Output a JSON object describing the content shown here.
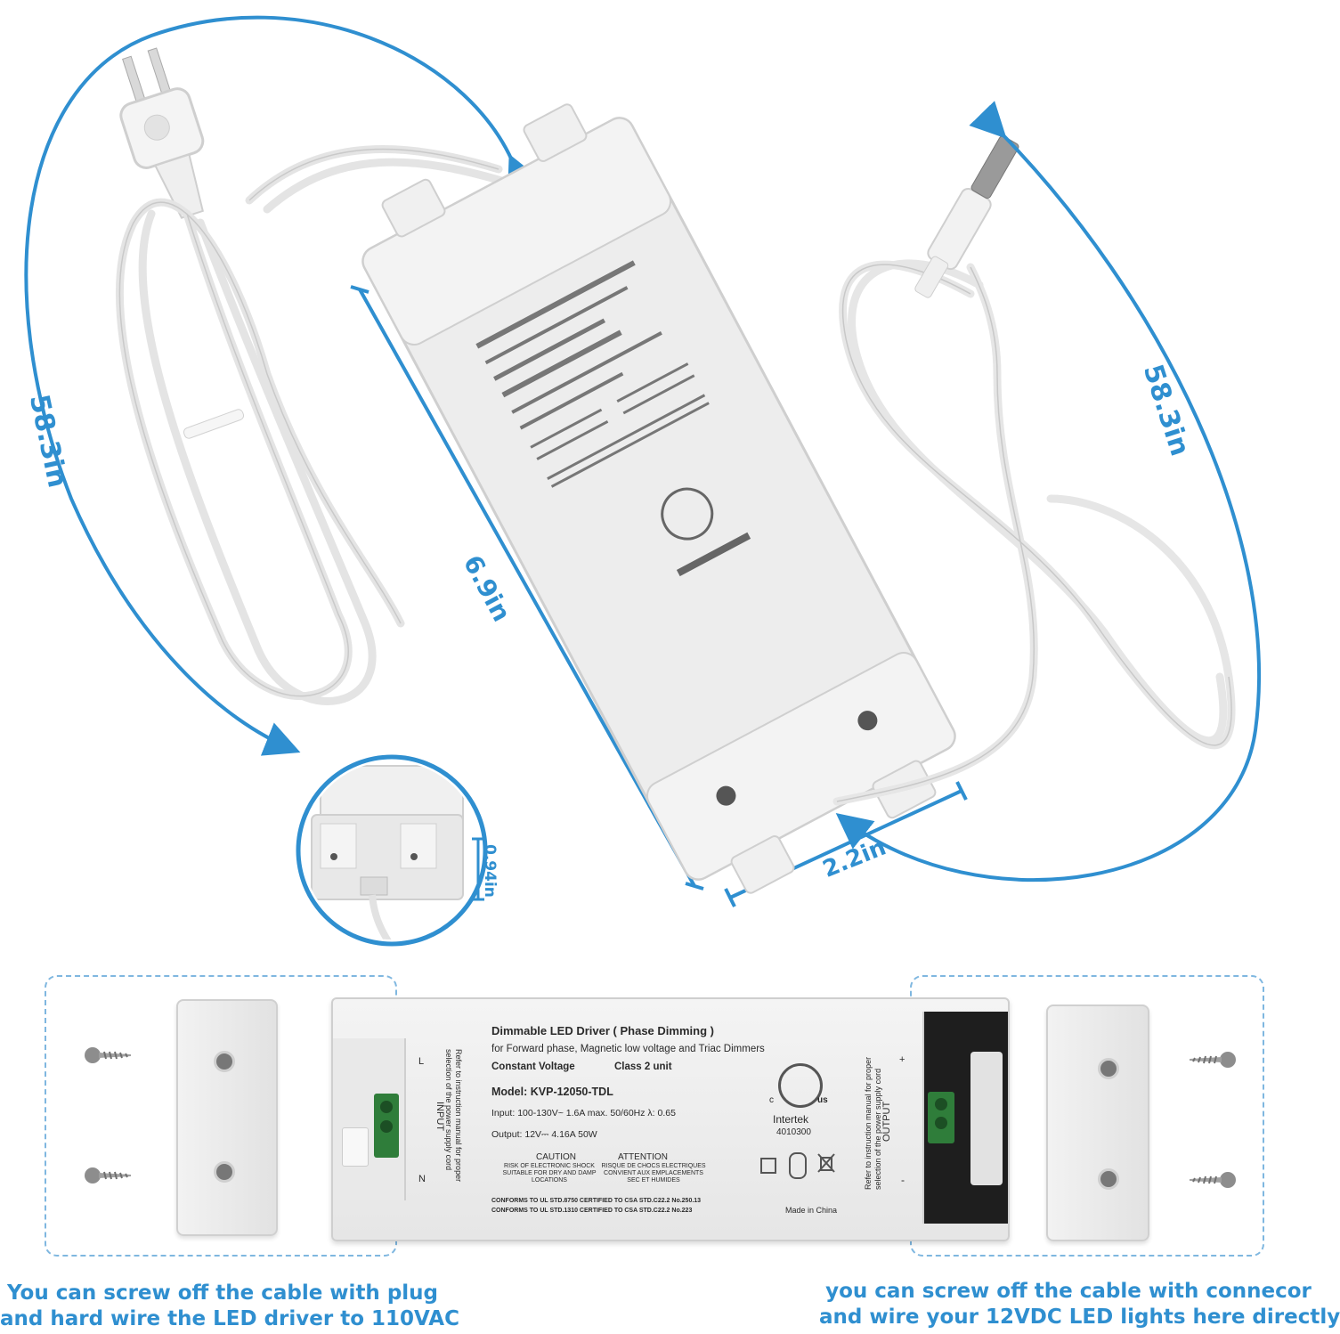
{
  "dimensions": {
    "input_cable": "58.3in",
    "output_cable": "58.3in",
    "length": "6.9in",
    "width": "2.2in",
    "height": "0.94in"
  },
  "label": {
    "title": "Dimmable LED Driver ( Phase Dimming )",
    "subtitle": "for Forward phase, Magnetic low voltage and Triac Dimmers",
    "cv": "Constant Voltage",
    "class": "Class 2 unit",
    "model": "Model: KVP-12050-TDL",
    "input": "Input: 100-130V~ 1.6A max.  50/60Hz λ: 0.65",
    "output": "Output: 12V⎓ 4.16A  50W",
    "caution_title": "CAUTION",
    "caution_text": "RISK OF ELECTRONIC SHOCK SUITABLE FOR DRY AND DAMP LOCATIONS",
    "attention_title": "ATTENTION",
    "attention_text": "RISQUE DE CHOCS ELECTRIQUES CONVIENT AUX EMPLACEMENTS SEC ET HUMIDES",
    "conform1": "CONFORMS TO UL STD.8750 CERTIFIED TO CSA STD.C22.2 No.250.13",
    "conform2": "CONFORMS TO UL STD.1310 CERTIFIED TO CSA STD.C22.2 No.223",
    "cert_brand": "Intertek",
    "cert_number": "4010300",
    "cert_c": "c",
    "cert_us": "us",
    "made_in": "Made in China",
    "input_side": "INPUT",
    "output_side": "OUTPUT",
    "refer_text": "Refer to instruction manual for proper selection of the power supply cord",
    "term_l": "L",
    "term_n": "N",
    "term_plus": "+",
    "term_minus": "-"
  },
  "captions": {
    "left_line1": "You can screw off the cable with plug",
    "left_line2": "and hard wire the LED driver to 110VAC",
    "right_line1": "you can screw off the cable with connecor",
    "right_line2": "and wire your 12VDC LED lights here directly"
  },
  "colors": {
    "accent": "#2f8fd0",
    "driver_body": "#ececec",
    "terminal_green": "#2f7d3a"
  }
}
